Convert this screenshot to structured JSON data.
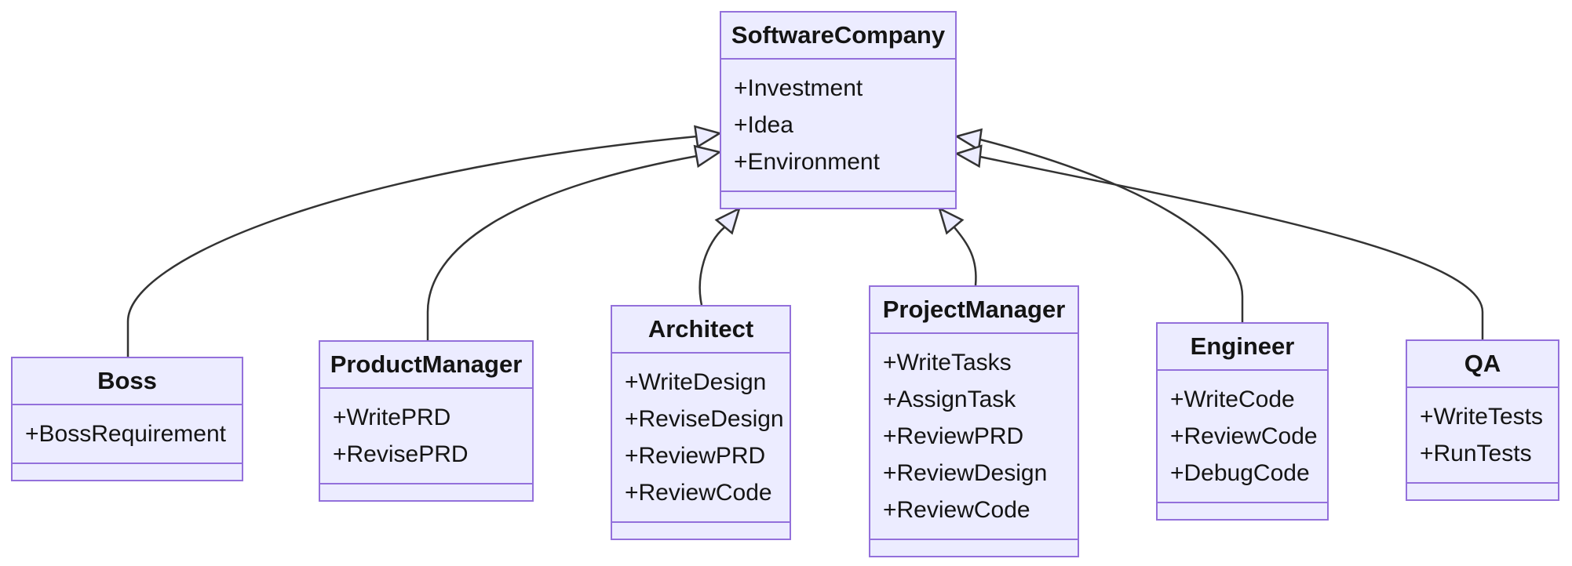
{
  "diagram": {
    "type": "uml-class-diagram",
    "colors": {
      "class_fill": "#ECECFF",
      "class_border": "#9370DB",
      "edge_color": "#333333",
      "text_color": "#141414",
      "background": "#FFFFFF"
    },
    "classes": [
      {
        "name": "SoftwareCompany",
        "members": [
          "+Investment",
          "+Idea",
          "+Environment"
        ]
      },
      {
        "name": "Boss",
        "members": [
          "+BossRequirement"
        ]
      },
      {
        "name": "ProductManager",
        "members": [
          "+WritePRD",
          "+RevisePRD"
        ]
      },
      {
        "name": "Architect",
        "members": [
          "+WriteDesign",
          "+ReviseDesign",
          "+ReviewPRD",
          "+ReviewCode"
        ]
      },
      {
        "name": "ProjectManager",
        "members": [
          "+WriteTasks",
          "+AssignTask",
          "+ReviewPRD",
          "+ReviewDesign",
          "+ReviewCode"
        ]
      },
      {
        "name": "Engineer",
        "members": [
          "+WriteCode",
          "+ReviewCode",
          "+DebugCode"
        ]
      },
      {
        "name": "QA",
        "members": [
          "+WriteTests",
          "+RunTests"
        ]
      }
    ],
    "relations": [
      {
        "from": "Boss",
        "to": "SoftwareCompany",
        "type": "inheritance"
      },
      {
        "from": "ProductManager",
        "to": "SoftwareCompany",
        "type": "inheritance"
      },
      {
        "from": "Architect",
        "to": "SoftwareCompany",
        "type": "inheritance"
      },
      {
        "from": "ProjectManager",
        "to": "SoftwareCompany",
        "type": "inheritance"
      },
      {
        "from": "Engineer",
        "to": "SoftwareCompany",
        "type": "inheritance"
      },
      {
        "from": "QA",
        "to": "SoftwareCompany",
        "type": "inheritance"
      }
    ]
  }
}
